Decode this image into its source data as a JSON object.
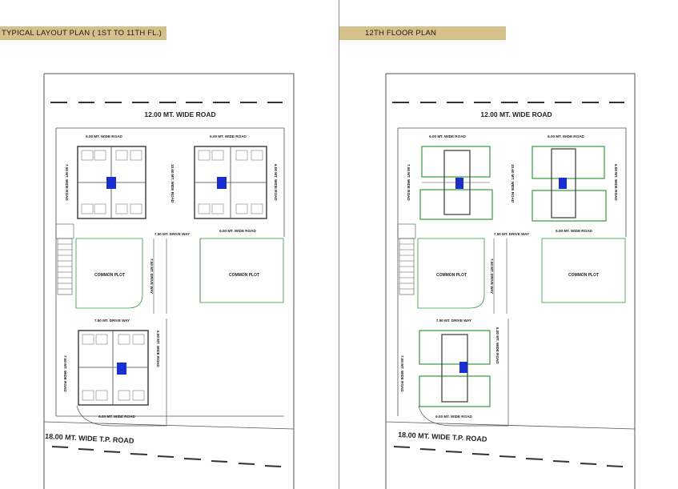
{
  "headers": {
    "left": "TYPICAL LAYOUT PLAN ( 1ST TO 11TH FL.)",
    "right": "12TH FLOOR PLAN"
  },
  "labels": {
    "road_top": "12.00 MT. WIDE ROAD",
    "road_bottom": "18.00 MT. WIDE T.P. ROAD",
    "wide6": "6.00 MT. WIDE ROAD",
    "wide6_caps": "6.00 MT. WIDE ROAD",
    "wide75": "7.50 MT. WIDE ROAD",
    "wide1060": "10.60 MT. WIDE ROAD",
    "driveway": "7.50 MT. DRIVE WAY",
    "common_plot": "COMMON PLOT",
    "wide600": "6.00 MT. WIDE ROAD"
  },
  "colors": {
    "wall": "#555555",
    "green": "#2e9e35",
    "blue": "#1a2ed6",
    "tag": "#d6c08a",
    "red_text": "#c0392b"
  }
}
